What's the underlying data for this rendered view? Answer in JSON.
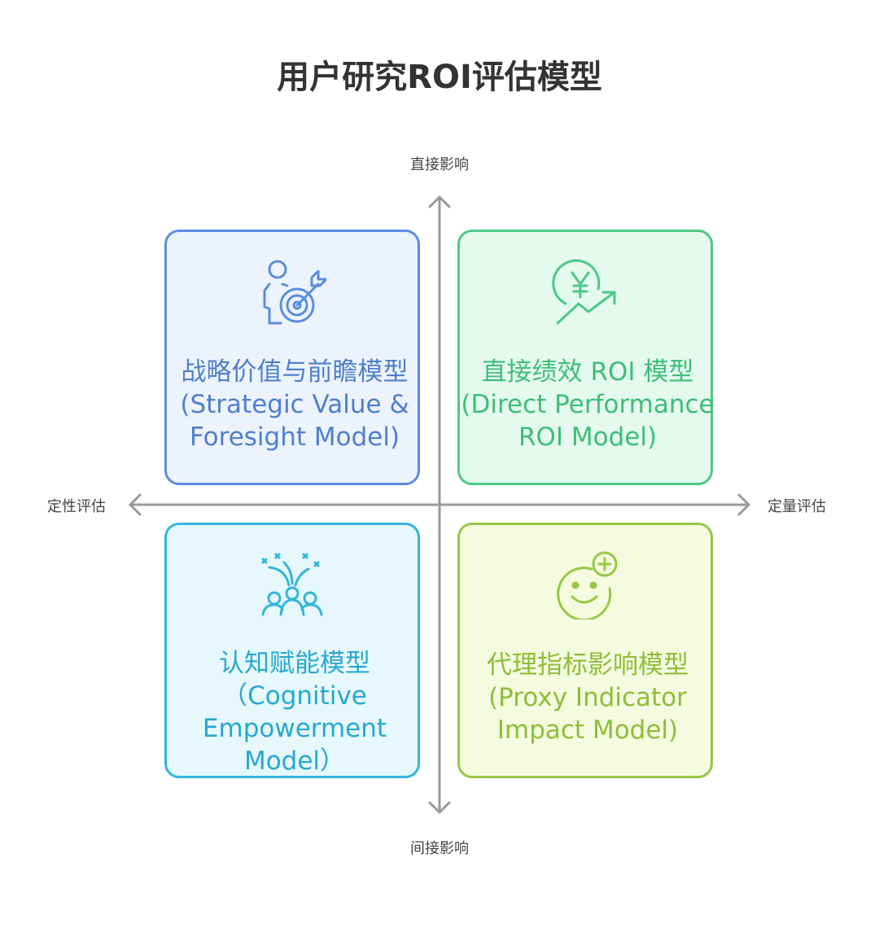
{
  "title": "用户研究ROI评估模型",
  "axes": {
    "top": "直接影响",
    "bottom": "间接影响",
    "left": "定性评估",
    "right": "定量评估"
  },
  "quadrants": {
    "top_left": {
      "icon": "target-person-icon",
      "color": "#5b8cde",
      "lines": [
        "战略价值与前瞻模型",
        "(Strategic Value &",
        "Foresight Model)"
      ]
    },
    "top_right": {
      "icon": "yuan-growth-icon",
      "color": "#4dc886",
      "lines": [
        "直接绩效 ROI 模型",
        "(Direct Performance",
        "ROI Model)"
      ]
    },
    "bottom_left": {
      "icon": "team-ideas-icon",
      "color": "#33b5dd",
      "lines": [
        "认知赋能模型",
        "（Cognitive",
        "Empowerment",
        "Model）"
      ]
    },
    "bottom_right": {
      "icon": "smiley-plus-icon",
      "color": "#98c745",
      "lines": [
        "代理指标影响模型",
        "(Proxy Indicator",
        "Impact Model)"
      ]
    }
  }
}
